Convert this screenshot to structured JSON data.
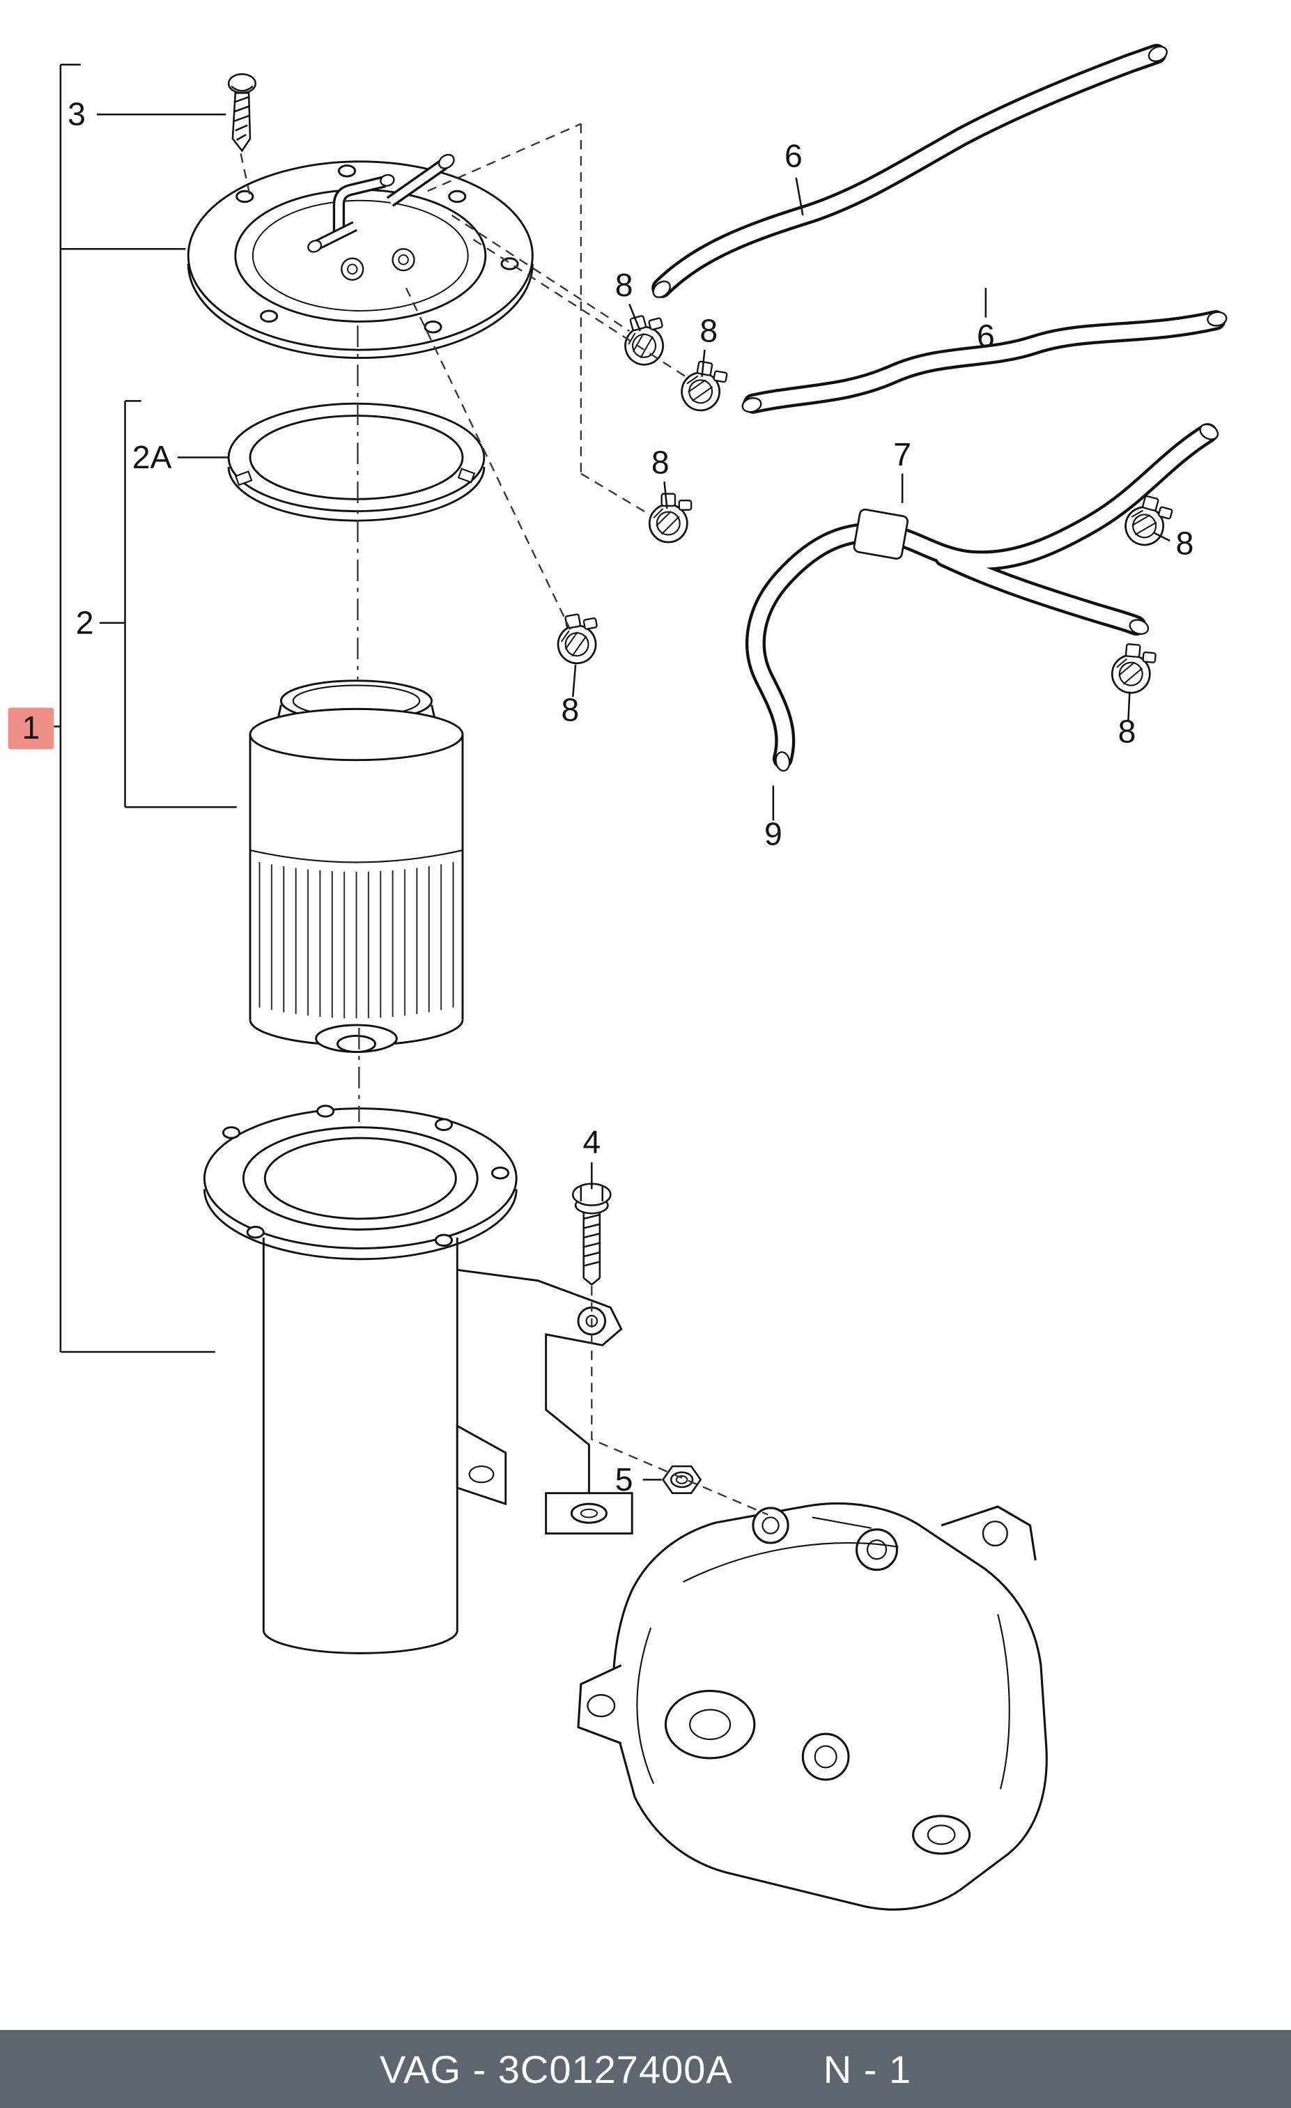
{
  "colors": {
    "background": "#ffffff",
    "line": "#111111",
    "callout_highlight": "#ee8f8a",
    "footer_bg": "#5d666e",
    "footer_text": "#ffffff"
  },
  "footer": {
    "part_label": "VAG - 3C0127400A",
    "page_label": "N - 1"
  },
  "callouts": {
    "item1": "1",
    "item2": "2",
    "item2a": "2A",
    "item3": "3",
    "item4": "4",
    "item5": "5",
    "item6_upper": "6",
    "item6_lower": "6",
    "item7": "7",
    "item8_a": "8",
    "item8_b": "8",
    "item8_c": "8",
    "item8_d": "8",
    "item8_e": "8",
    "item8_f": "8",
    "item9": "9"
  }
}
